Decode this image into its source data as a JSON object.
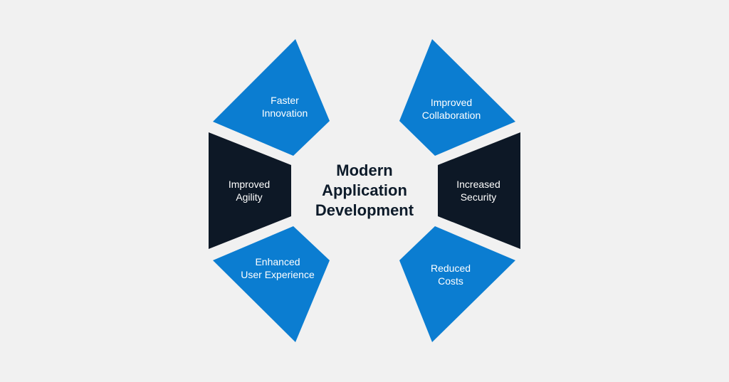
{
  "diagram": {
    "title_lines": [
      "Modern",
      "Application",
      "Development"
    ],
    "segments": [
      {
        "id": "faster-innovation",
        "lines": [
          "Faster",
          "Innovation"
        ],
        "color": "#0b7dd1"
      },
      {
        "id": "improved-collaboration",
        "lines": [
          "Improved",
          "Collaboration"
        ],
        "color": "#0b7dd1"
      },
      {
        "id": "improved-agility",
        "lines": [
          "Improved",
          "Agility"
        ],
        "color": "#0d1826"
      },
      {
        "id": "increased-security",
        "lines": [
          "Increased",
          "Security"
        ],
        "color": "#0d1826"
      },
      {
        "id": "enhanced-user-experience",
        "lines": [
          "Enhanced",
          "User Experience"
        ],
        "color": "#0b7dd1"
      },
      {
        "id": "reduced-costs",
        "lines": [
          "Reduced",
          "Costs"
        ],
        "color": "#0b7dd1"
      }
    ],
    "background_color": "#f1f1f1"
  }
}
